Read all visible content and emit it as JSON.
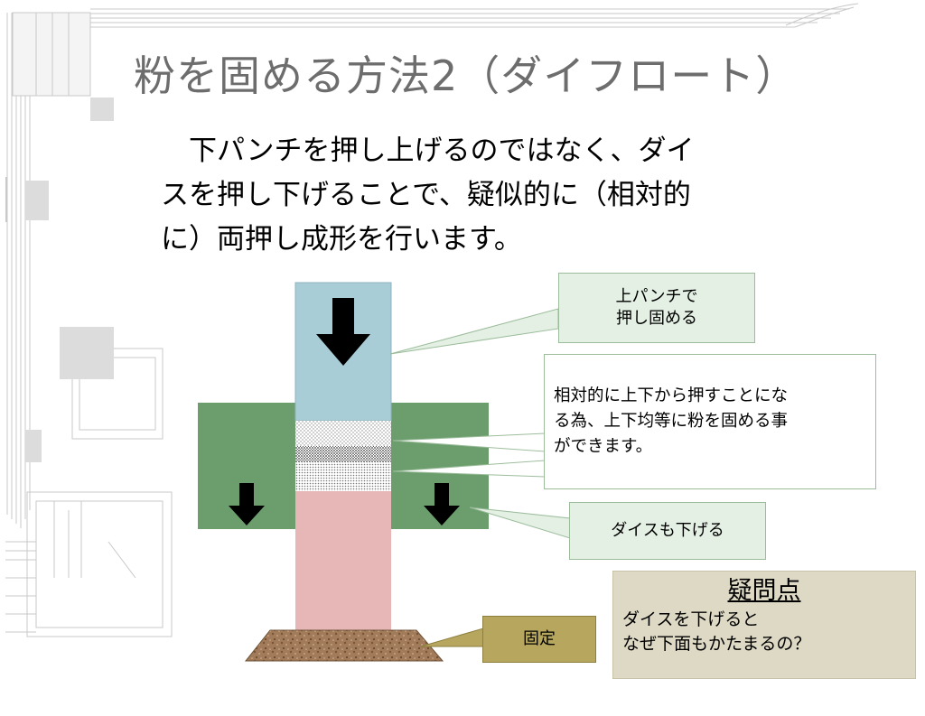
{
  "slide": {
    "title": "粉を固める方法2（ダイフロート）",
    "body_lines": [
      "下パンチを押し上げるのではなく、ダイ",
      "スを押し下げることで、疑似的に（相対的",
      "に）両押し成形を行います。"
    ]
  },
  "callouts": {
    "upper_punch": [
      "上パンチで",
      "押し固める"
    ],
    "relative": [
      "相対的に上下から押すことにな",
      "る為、上下均等に粉を固める事",
      "ができます。"
    ],
    "die": "ダイスも下げる",
    "fixed": "固定",
    "question": {
      "heading": "疑問点",
      "lines": [
        "ダイスを下げると",
        "なぜ下面もかたまるの？"
      ]
    }
  },
  "colors": {
    "title": "#6d6d6d",
    "upper_punch": "#a9cdd7",
    "die": "#6b9e6c",
    "lower_punch": "#e6b7b6",
    "base": "#a17b5a",
    "callout_green": "#e3f0e3",
    "callout_fixed": "#b7a65e",
    "callout_question": "#ddd9c4"
  },
  "icons": [
    "down-arrow-icon"
  ]
}
